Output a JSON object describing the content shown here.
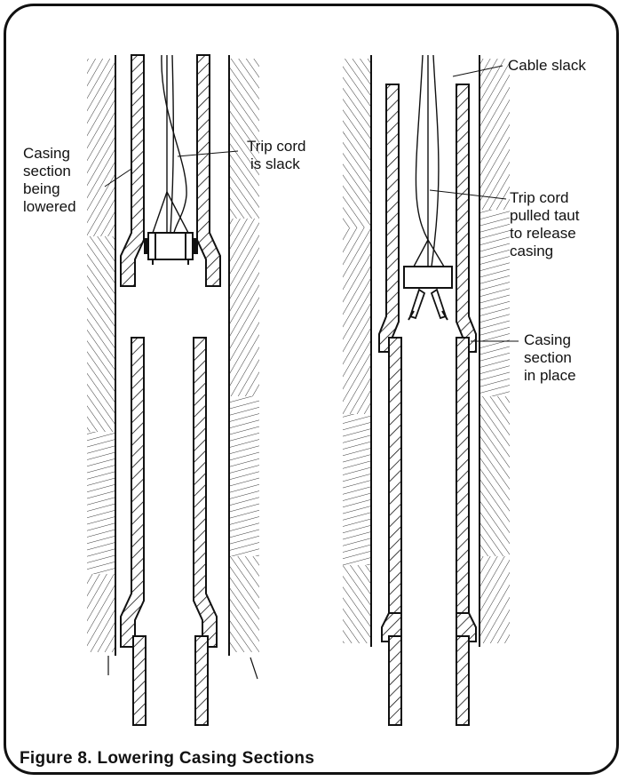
{
  "figure": {
    "caption": "Figure 8. Lowering Casing Sections",
    "left_panel": {
      "label_casing": [
        "Casing",
        "section",
        "being",
        "lowered"
      ],
      "label_trip": [
        "Trip cord",
        "is slack"
      ]
    },
    "right_panel": {
      "label_cable": "Cable slack",
      "label_trip": [
        "Trip cord",
        "pulled taut",
        "to release",
        "casing"
      ],
      "label_casing": [
        "Casing",
        "section",
        "in place"
      ]
    }
  }
}
